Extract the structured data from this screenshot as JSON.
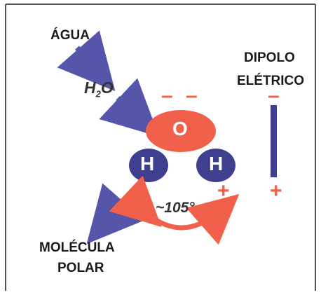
{
  "labels": {
    "agua": "ÁGUA",
    "h2o_main": "H",
    "h2o_sub": "2",
    "h2o_tail": "O",
    "dipolo_line1": "DIPOLO",
    "dipolo_line2": "ELÉTRICO",
    "molecula_line1": "MOLÉCULA",
    "molecula_line2": "POLAR",
    "angle": "~105°"
  },
  "atoms": {
    "oxygen": "O",
    "hydrogen_left": "H",
    "hydrogen_right": "H"
  },
  "charges": {
    "negative": "–",
    "positive": "+"
  },
  "colors": {
    "oxygen": "#f0604a",
    "hydrogen": "#3f3f8f",
    "arrow": "#5555aa",
    "charge": "#f0604a",
    "dipole_bar": "#3f3f8f"
  }
}
